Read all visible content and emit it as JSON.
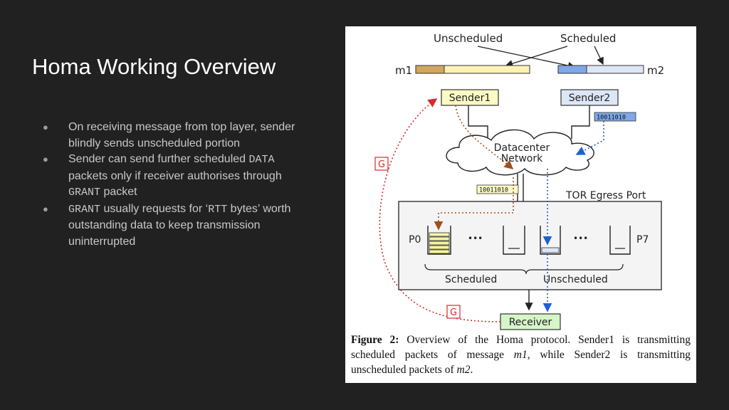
{
  "slide": {
    "title": "Homa Working Overview",
    "bullets": [
      {
        "parts": [
          {
            "text": "On receiving message from top layer, sender blindly sends unscheduled portion",
            "mono": false
          }
        ]
      },
      {
        "parts": [
          {
            "text": "Sender can send further scheduled ",
            "mono": false
          },
          {
            "text": "DATA",
            "mono": true
          },
          {
            "text": " packets only if receiver authorises through ",
            "mono": false
          },
          {
            "text": "GRANT",
            "mono": true
          },
          {
            "text": " packet",
            "mono": false
          }
        ]
      },
      {
        "parts": [
          {
            "text": "GRANT",
            "mono": true
          },
          {
            "text": " usually requests for ‘",
            "mono": false
          },
          {
            "text": "RTT",
            "mono": true
          },
          {
            "text": " bytes’ worth outstanding data to keep transmission uninterrupted",
            "mono": false
          }
        ]
      }
    ]
  },
  "figure": {
    "labels": {
      "unscheduled_top": "Unscheduled",
      "scheduled_top": "Scheduled",
      "m1": "m1",
      "m2": "m2",
      "sender1": "Sender1",
      "sender2": "Sender2",
      "network_line1": "Datacenter",
      "network_line2": "Network",
      "tor": "TOR Egress Port",
      "p0": "P0",
      "p7": "P7",
      "ellipsis": "•••",
      "scheduled_bottom": "Scheduled",
      "unscheduled_bottom": "Unscheduled",
      "receiver": "Receiver",
      "grant": "G",
      "bits": "10011010"
    },
    "caption": {
      "label": "Figure 2:",
      "text": " Overview of the Homa protocol. Sender1 is transmitting scheduled packets of message ",
      "m1": "m1",
      "mid": ", while Sender2 is transmitting unscheduled packets of ",
      "m2": "m2",
      "end": "."
    },
    "colors": {
      "sender1_fill": "#fdfbc4",
      "sender2_fill": "#dde6f7",
      "receiver_fill": "#d6f5c8",
      "scheduled_arrow": "#a0501e",
      "unscheduled_arrow": "#1f5fd6",
      "grant_arrow": "#d62a2a"
    }
  }
}
